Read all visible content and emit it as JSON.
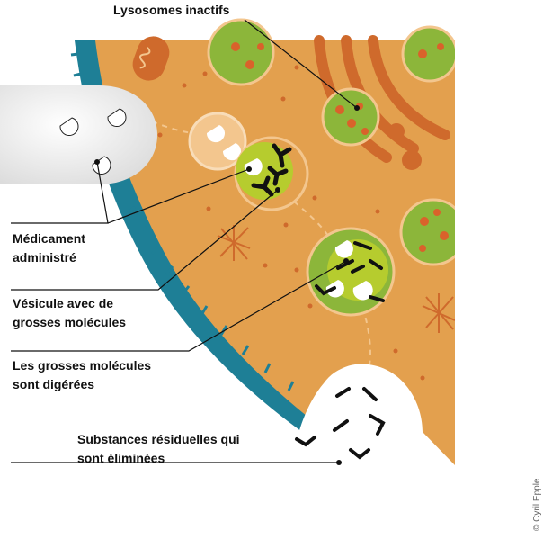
{
  "labels": {
    "inactive_lysosomes": "Lysosomes inactifs",
    "drug_line1": "Médicament",
    "drug_line2": "administré",
    "vesicle_line1": "Vésicule avec de",
    "vesicle_line2": "grosses molécules",
    "digested_line1": "Les grosses molécules",
    "digested_line2": "sont digérées",
    "residual_line1": "Substances résiduelles qui",
    "residual_line2": "sont éliminées"
  },
  "credit": "© Cyril Epple",
  "colors": {
    "cytoplasm": "#e3a04e",
    "membrane": "#1e7f96",
    "lysosome": "#8cb63a",
    "lysosome_dot": "#d9622b",
    "organelle": "#cf6a2c",
    "drug_vesicle": "#f3c68e",
    "exterior_vesicle": "#f0f0f0"
  }
}
